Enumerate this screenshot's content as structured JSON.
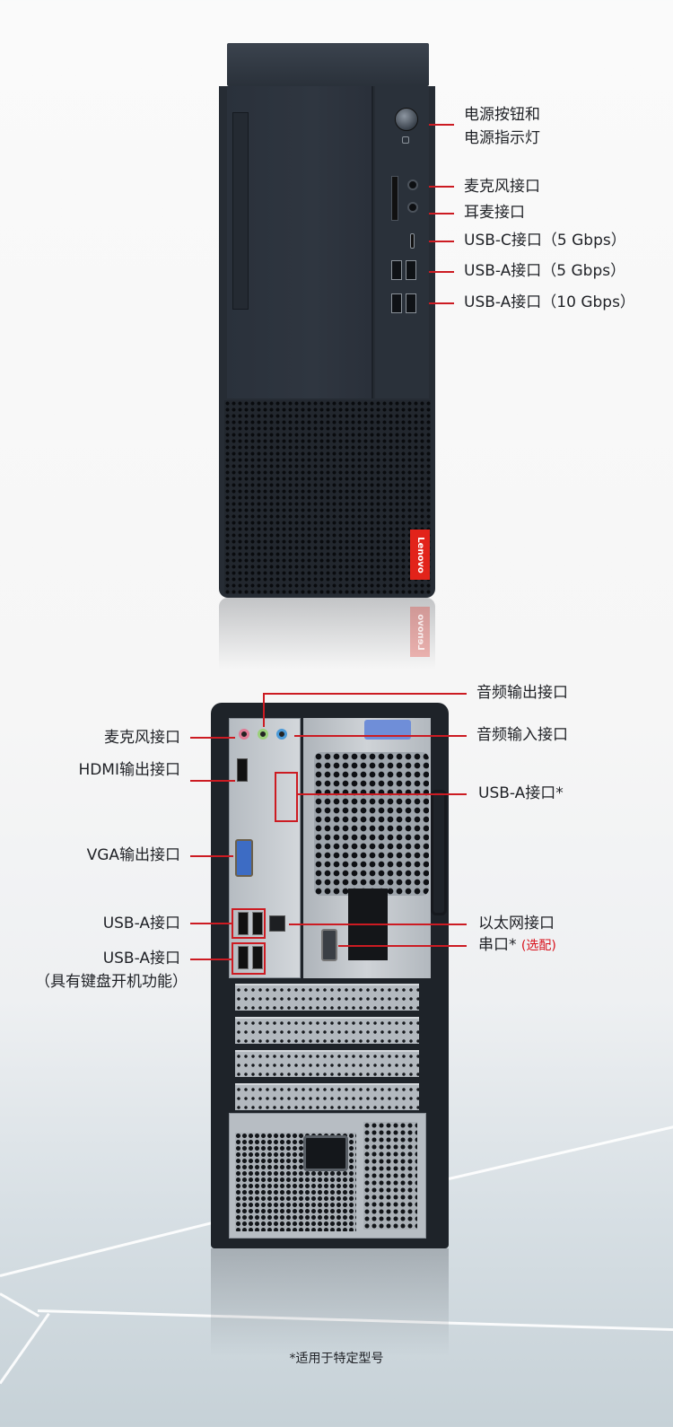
{
  "front_panel": {
    "labels": [
      {
        "id": "power",
        "lines": [
          "电源按钮和",
          "电源指示灯"
        ]
      },
      {
        "id": "mic",
        "text": "麦克风接口"
      },
      {
        "id": "headset",
        "text": "耳麦接口"
      },
      {
        "id": "usbc",
        "text": "USB-C接口（5 Gbps）"
      },
      {
        "id": "usba5",
        "text": "USB-A接口（5 Gbps）"
      },
      {
        "id": "usba10",
        "text": "USB-A接口（10 Gbps）"
      }
    ],
    "brand": "Lenovo"
  },
  "rear_panel": {
    "left_labels": [
      {
        "id": "mic",
        "text": "麦克风接口"
      },
      {
        "id": "hdmi",
        "text": "HDMI输出接口"
      },
      {
        "id": "vga",
        "text": "VGA输出接口"
      },
      {
        "id": "usba",
        "text": "USB-A接口"
      },
      {
        "id": "usba_kb",
        "text": "USB-A接口",
        "note": "（具有键盘开机功能）"
      }
    ],
    "right_labels": [
      {
        "id": "audio_out",
        "text": "音频输出接口"
      },
      {
        "id": "audio_in",
        "text": "音频输入接口"
      },
      {
        "id": "usba_opt",
        "text": "USB-A接口*"
      },
      {
        "id": "ethernet",
        "text": "以太网接口"
      },
      {
        "id": "serial",
        "text": "串口*",
        "optional": "(选配)"
      }
    ]
  },
  "footnote": "*适用于特定型号",
  "colors": {
    "accent": "#cc1b22",
    "brand": "#e2231a",
    "text": "#1f2126"
  }
}
